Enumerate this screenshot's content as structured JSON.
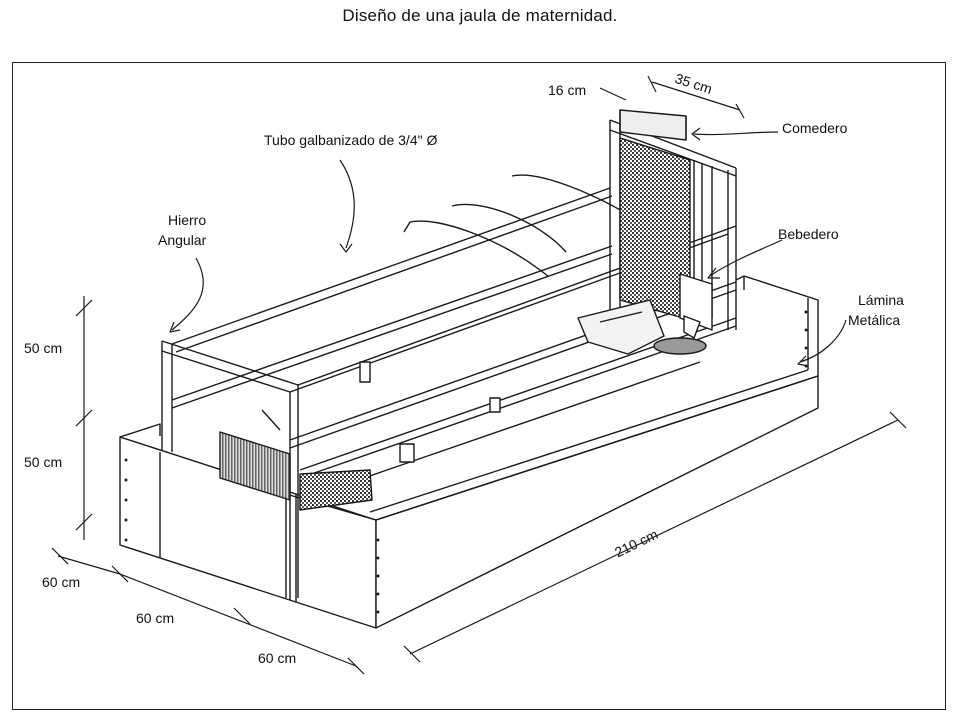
{
  "title": "Diseño de una jaula de maternidad.",
  "labels": {
    "tubo": "Tubo galbanizado de 3/4\" Ø",
    "hierro_1": "Hierro",
    "hierro_2": "Angular",
    "comedero": "Comedero",
    "bebedero": "Bebedero",
    "lamina_1": "Lámina",
    "lamina_2": "Metálica"
  },
  "dimensions": {
    "top_16": "16 cm",
    "top_35": "35 cm",
    "height_upper": "50 cm",
    "height_lower": "50 cm",
    "width_60_a": "60 cm",
    "width_60_b": "60 cm",
    "width_60_c": "60 cm",
    "length_210": "210 cm"
  }
}
